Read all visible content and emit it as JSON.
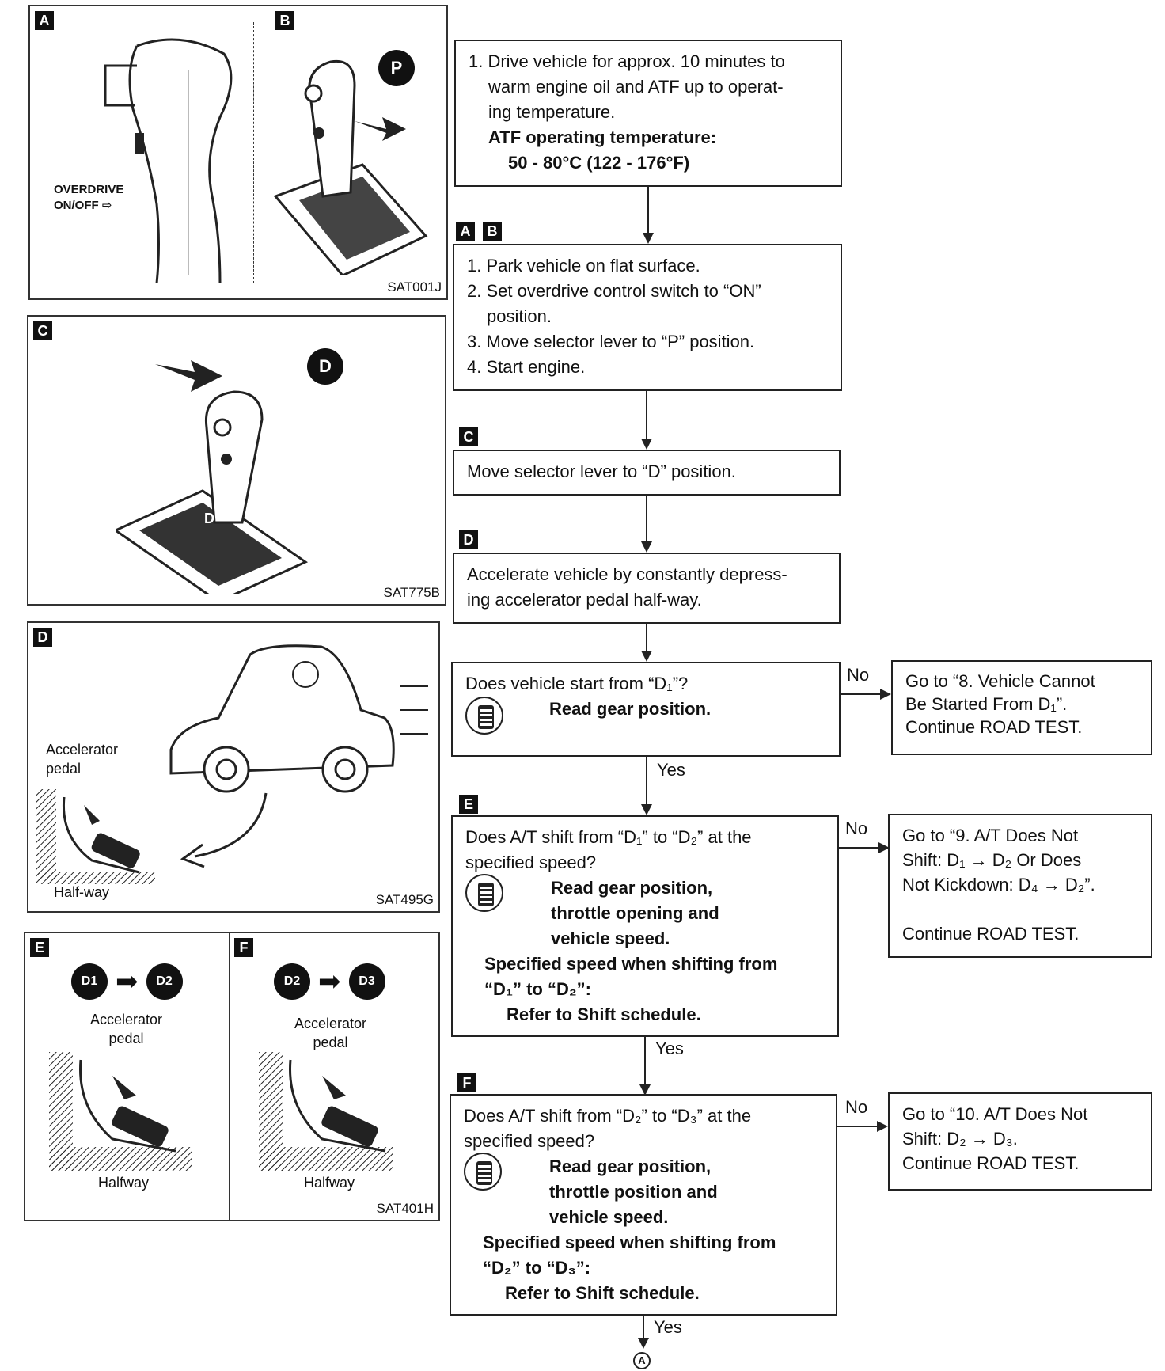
{
  "panels": {
    "A": {
      "tag": "A",
      "overdrive_line1": "OVERDRIVE",
      "overdrive_line2": "ON/OFF",
      "code": "SAT001J"
    },
    "B": {
      "tag": "B",
      "position": "P"
    },
    "C": {
      "tag": "C",
      "position": "D",
      "gate_label": "D",
      "code": "SAT775B"
    },
    "D": {
      "tag": "D",
      "pedal_line1": "Accelerator",
      "pedal_line2": "pedal",
      "halfway": "Half-way",
      "code": "SAT495G"
    },
    "E": {
      "tag": "E",
      "from": "D1",
      "to": "D2",
      "pedal_line1": "Accelerator",
      "pedal_line2": "pedal",
      "halfway": "Halfway"
    },
    "F": {
      "tag": "F",
      "from": "D2",
      "to": "D3",
      "pedal_line1": "Accelerator",
      "pedal_line2": "pedal",
      "halfway": "Halfway",
      "code": "SAT401H"
    }
  },
  "flow": {
    "step1": {
      "line1": "1. Drive vehicle for approx. 10 minutes to",
      "line2": "warm engine oil and ATF up to operat-",
      "line3": "ing temperature.",
      "temp_label": "ATF operating temperature:",
      "temp_value": "50 - 80°C (122 - 176°F)"
    },
    "step2": {
      "tags": [
        "A",
        "B"
      ],
      "item1": "1. Park vehicle on flat surface.",
      "item2a": "2. Set overdrive control switch to “ON”",
      "item2b": "position.",
      "item3": "3. Move selector lever to “P” position.",
      "item4": "4. Start engine."
    },
    "step3": {
      "tag": "C",
      "text": "Move selector lever to “D” position."
    },
    "step4": {
      "tag": "D",
      "line1": "Accelerate vehicle by constantly depress-",
      "line2": "ing accelerator pedal half-way."
    },
    "q1": {
      "question": "Does vehicle start from “D₁”?",
      "instruction": "Read gear position.",
      "no_line1": "Go to “8. Vehicle Cannot",
      "no_line2": "Be Started From D₁”.",
      "no_line3": "Continue ROAD TEST."
    },
    "q2": {
      "tag": "E",
      "q_line1": "Does A/T shift from “D₁” to “D₂” at the",
      "q_line2": "specified speed?",
      "read1": "Read gear position,",
      "read2": "throttle opening and",
      "read3": "vehicle speed.",
      "spec1": "Specified speed when shifting from",
      "spec2": "“D₁” to “D₂”:",
      "spec3": "Refer to Shift schedule.",
      "no_line1": "Go to “9. A/T Does Not",
      "no_line2": "Shift: D₁ → D₂ Or Does",
      "no_line3": "Not Kickdown: D₄ → D₂”.",
      "no_line4": "Continue ROAD TEST."
    },
    "q3": {
      "tag": "F",
      "q_line1": "Does A/T shift from “D₂” to “D₃” at the",
      "q_line2": "specified speed?",
      "read1": "Read gear position,",
      "read2": "throttle position and",
      "read3": "vehicle speed.",
      "spec1": "Specified speed when shifting from",
      "spec2": "“D₂” to “D₃”:",
      "spec3": "Refer to Shift schedule.",
      "no_line1": "Go to “10. A/T Does Not",
      "no_line2": "Shift: D₂ → D₃.",
      "no_line3": "Continue ROAD TEST."
    },
    "yes": "Yes",
    "no": "No",
    "connector": "A"
  }
}
